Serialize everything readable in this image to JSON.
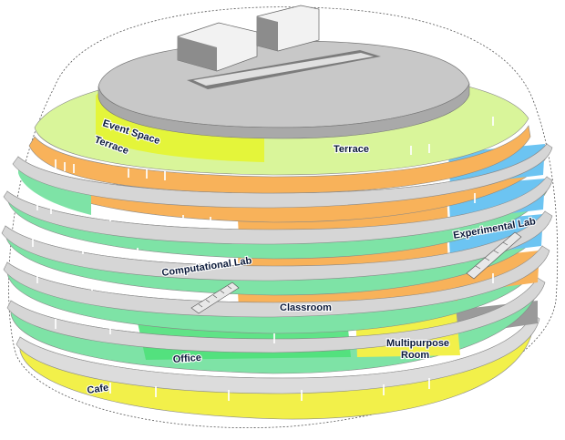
{
  "diagram": {
    "labels": {
      "event_space": "Event Space",
      "terrace_left": "Terrace",
      "terrace_right": "Terrace",
      "experimental_lab": "Experimental Lab",
      "computational_lab": "Computational Lab",
      "classroom": "Classroom",
      "multipurpose_room_line1": "Multipurpose",
      "multipurpose_room_line2": "Room",
      "office": "Office",
      "cafe": "Cafe"
    },
    "colors": {
      "roof": "#c8c8c8",
      "roof_box": "#8c8c8c",
      "terrace": "#d9f59a",
      "event_space": "#e4f53a",
      "orange_zone": "#f8b25a",
      "blue_zone": "#6cc4f2",
      "green_zone": "#7ee3a6",
      "bright_green": "#4fe07a",
      "yellow_zone": "#f2f04a",
      "slab": "#d0d0d0",
      "label_text": "#0b1a3a"
    }
  }
}
